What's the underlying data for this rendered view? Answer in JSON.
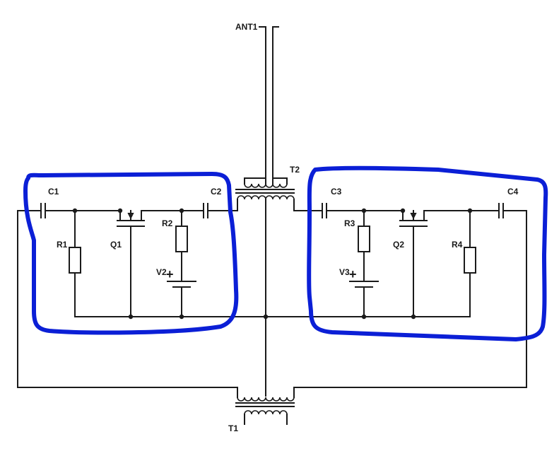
{
  "labels": {
    "ant1": "ANT1",
    "t1": "T1",
    "t2": "T2",
    "c1": "C1",
    "c2": "C2",
    "c3": "C3",
    "c4": "C4",
    "r1": "R1",
    "r2": "R2",
    "r3": "R3",
    "r4": "R4",
    "q1": "Q1",
    "q2": "Q2",
    "v2": "V2",
    "v3": "V3"
  },
  "polarity": {
    "plus": "+"
  },
  "colors": {
    "wire": "#1a1a1a",
    "highlight": "#0b1fd6",
    "background": "#ffffff"
  }
}
